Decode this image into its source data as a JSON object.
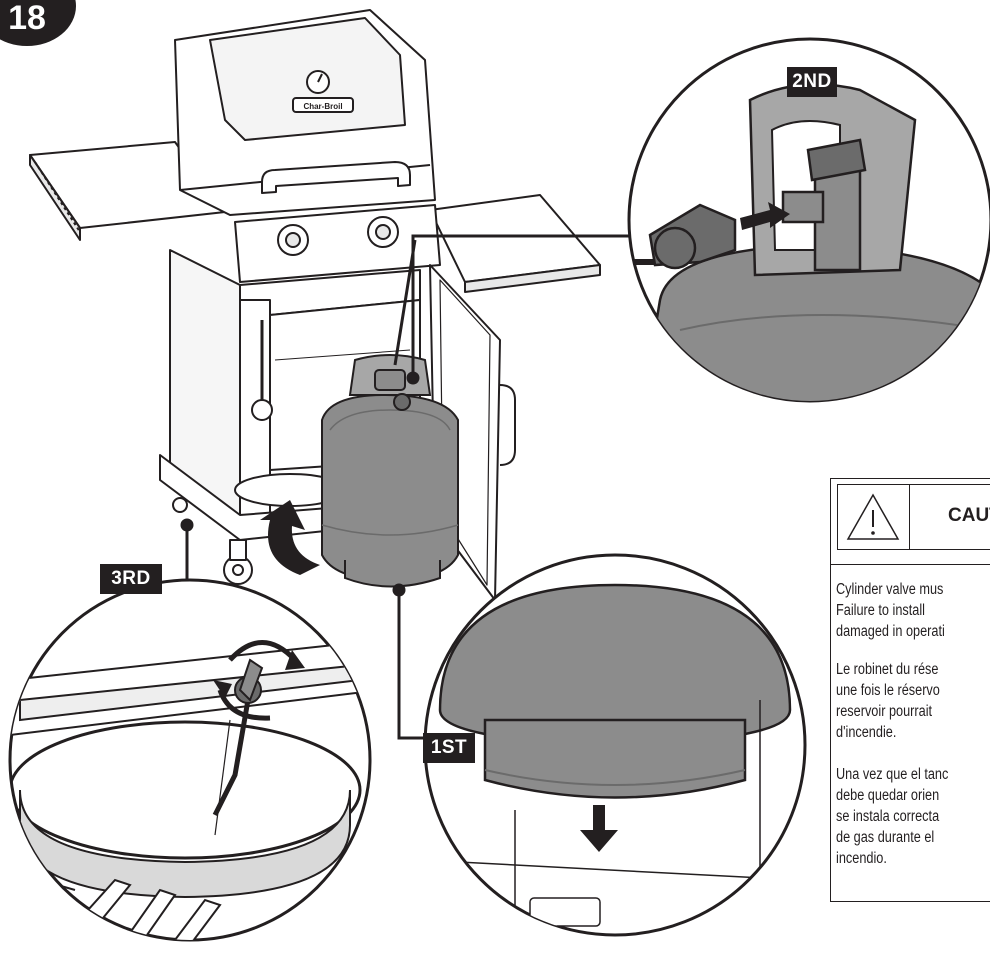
{
  "step": {
    "number": "18"
  },
  "labels": {
    "first": "1ST",
    "second": "2ND",
    "third": "3RD"
  },
  "grill": {
    "brand": "Char-Broil"
  },
  "caution": {
    "title": "CAUTI",
    "en": "Cylinder valve mus\nFailure to install\ndamaged in operati",
    "fr": "Le robinet du rése\nune fois le réservo\nreservoir pourrait\nd'incendie.",
    "es": "Una vez que el tanc\ndebe quedar orien\nse instala correcta\nde gas durante el\nincendio."
  },
  "colors": {
    "ink": "#231f20",
    "tank": "#8c8c8c",
    "tank_dark": "#6b6b6b",
    "tank_light": "#a7a7a7"
  }
}
